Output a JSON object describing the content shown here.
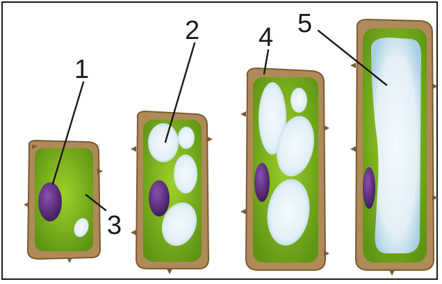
{
  "labels": {
    "l1": "1",
    "l2": "2",
    "l3": "3",
    "l4": "4",
    "l5": "5"
  },
  "colors": {
    "cell_wall": "#b08a58",
    "cell_wall_dark": "#7a5a32",
    "cytoplasm": "#7cb51c",
    "vacuole": "#dcecf3",
    "vacuole_edge": "#9fc9dd",
    "nucleus": "#5a2a7a",
    "line": "#1a1a1a"
  },
  "icons": {
    "wall_notch": "plasmodesma-notch-icon"
  }
}
